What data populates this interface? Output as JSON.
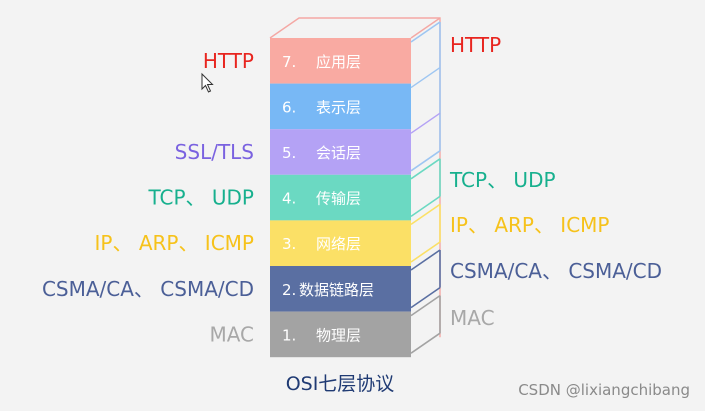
{
  "colors": {
    "outline": "#f4a8a4",
    "layer_text": "#ffffff",
    "footer_text": "#1f3a73",
    "watermark": "#8a8a8a",
    "cursor": "#ffffff"
  },
  "layers": [
    {
      "label": "7.",
      "name": "应用层",
      "color": "#f9aaa2",
      "left_protocol": "HTTP",
      "left_color": "#e8251f"
    },
    {
      "label": "6.",
      "name": "表示层",
      "color": "#78b8f5",
      "left_protocol": "",
      "left_color": "#78b8f5"
    },
    {
      "label": "5.",
      "name": "会话层",
      "color": "#b4a2f5",
      "left_protocol": "SSL/TLS",
      "left_color": "#7a62e0"
    },
    {
      "label": "4.",
      "name": "传输层",
      "color": "#6bd9c2",
      "left_protocol": "TCP、 UDP",
      "left_color": "#17b08e"
    },
    {
      "label": "3.",
      "name": "网络层",
      "color": "#fbe066",
      "left_protocol": "IP、 ARP、 ICMP",
      "left_color": "#f6c21b"
    },
    {
      "label": "2.",
      "name": "数据链路层",
      "color": "#5a6fa2",
      "left_protocol": "CSMA/CA、 CSMA/CD",
      "left_color": "#4b5f97"
    },
    {
      "label": "1.",
      "name": "物理层",
      "color": "#a3a3a3",
      "left_protocol": "MAC",
      "left_color": "#a8a8a8"
    }
  ],
  "groups": [
    {
      "name": "application",
      "text": "HTTP",
      "color": "#e8251f",
      "bracket_color": "#9ec6f2",
      "from_layer": 0,
      "to_layer": 2
    },
    {
      "name": "transport",
      "text": "TCP、 UDP",
      "color": "#17b08e",
      "bracket_color": "#6bd9c2",
      "from_layer": 3,
      "to_layer": 3
    },
    {
      "name": "network",
      "text": "IP、 ARP、 ICMP",
      "color": "#f6c21b",
      "bracket_color": "#fbe066",
      "from_layer": 4,
      "to_layer": 4
    },
    {
      "name": "datalink",
      "text": "CSMA/CA、 CSMA/CD",
      "color": "#4b5f97",
      "bracket_color": "#5a6fa2",
      "from_layer": 5,
      "to_layer": 5
    },
    {
      "name": "physical",
      "text": "MAC",
      "color": "#a8a8a8",
      "bracket_color": "#a3a3a3",
      "from_layer": 6,
      "to_layer": 6
    }
  ],
  "footer": {
    "title": "OSI七层协议"
  },
  "watermark": {
    "text": "CSDN @lixiangchibang"
  }
}
